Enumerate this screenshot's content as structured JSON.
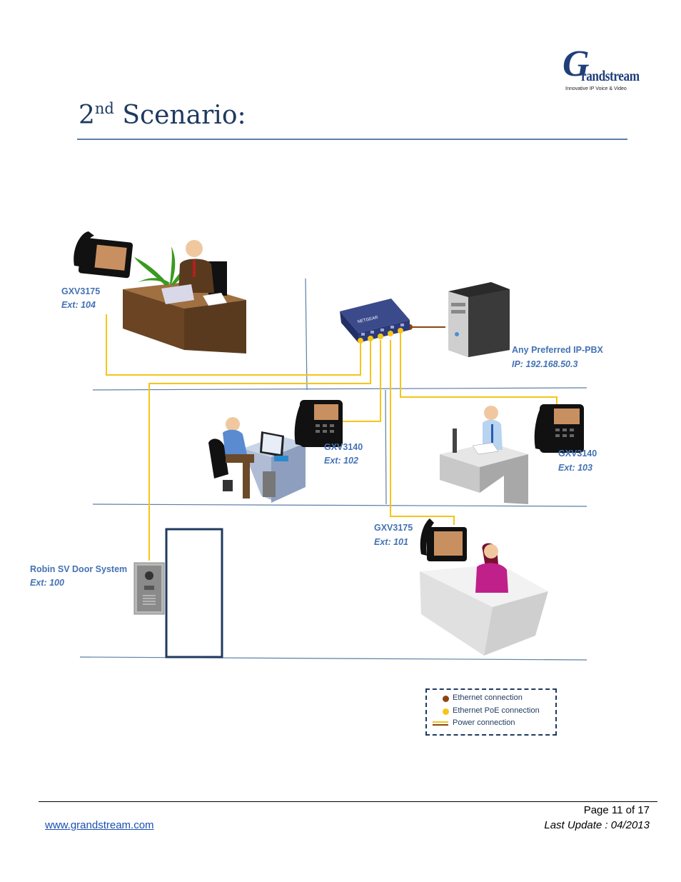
{
  "header": {
    "logo_text": "randstream",
    "logo_initial": "G",
    "logo_tagline": "Innovative IP Voice & Video",
    "title_number": "2",
    "title_suffix": "nd",
    "title_text": " Scenario:"
  },
  "devices": {
    "pbx": {
      "name": "Any Preferred IP-PBX",
      "ip": "IP: 192.168.50.3"
    },
    "phone_top_left": {
      "model": "GXV3175",
      "ext": "Ext: 104"
    },
    "phone_middle": {
      "model": "GXV3140",
      "ext": "Ext: 102"
    },
    "phone_right": {
      "model": "GXV3140",
      "ext": "Ext: 103"
    },
    "phone_reception": {
      "model": "GXV3175",
      "ext": "Ext: 101"
    },
    "door": {
      "name": "Robin SV Door System",
      "ext": "Ext: 100"
    },
    "switch_brand": "NETGEAR"
  },
  "legend": {
    "ethernet": "Ethernet connection",
    "poe": "Ethernet PoE connection",
    "power": "Power connection"
  },
  "colors": {
    "ethernet": "#8b4513",
    "poe": "#f5c518",
    "power_a": "#f5c518",
    "power_b": "#8b4513",
    "label": "#4472b4"
  },
  "footer": {
    "page": "Page 11 of 17",
    "update": "Last Update : 04/2013",
    "website": "www.grandstream.com"
  }
}
